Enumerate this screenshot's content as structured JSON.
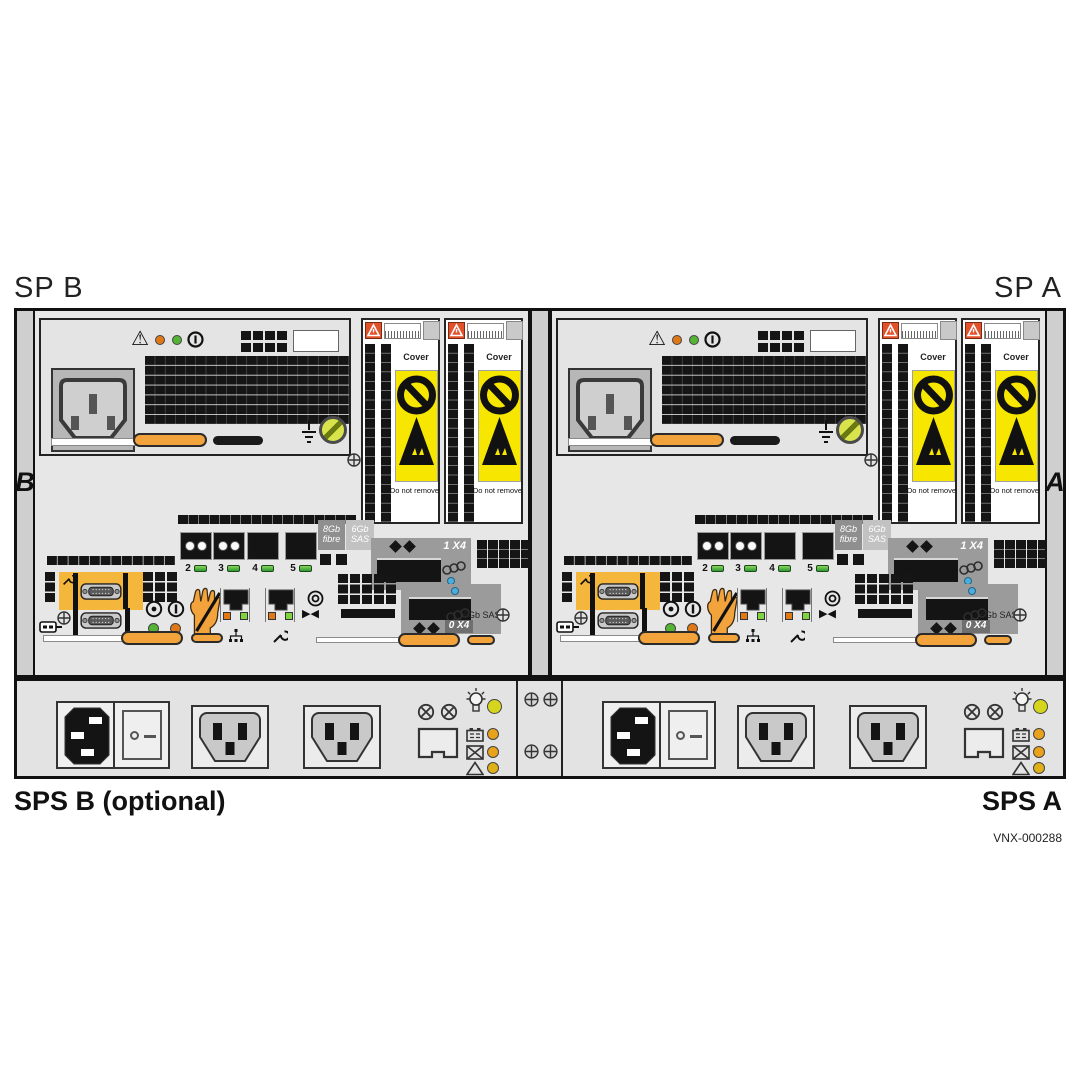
{
  "labels": {
    "sp_b": "SP B",
    "sp_a": "SP A",
    "rail_b": "B",
    "rail_a": "A",
    "sps_b": "SPS B (optional)",
    "sps_a": "SPS A",
    "figure_id": "VNX-000288"
  },
  "sp_panel": {
    "io_cover_label": "Cover",
    "io_cover_warning": "Do not remove",
    "port_numbers": [
      "2",
      "3",
      "4",
      "5"
    ],
    "fibre_badge_line1": "8Gb",
    "fibre_badge_line2": "fibre",
    "sas_badge_line1": "6Gb",
    "sas_badge_line2": "SAS",
    "sas_port1_label": "1 X4",
    "sas_port0_label": "0 X4",
    "sas_port0_type": "6Gb SAS"
  },
  "colors": {
    "handle_orange": "#F2A33C",
    "warning_yellow": "#F6E600",
    "alert_red": "#E2512A",
    "led_green": "#55B335",
    "led_orange": "#E07818",
    "led_blue": "#4AAEDE",
    "led_yellow": "#D6D51D",
    "panel_gray": "#E7E7E7"
  }
}
